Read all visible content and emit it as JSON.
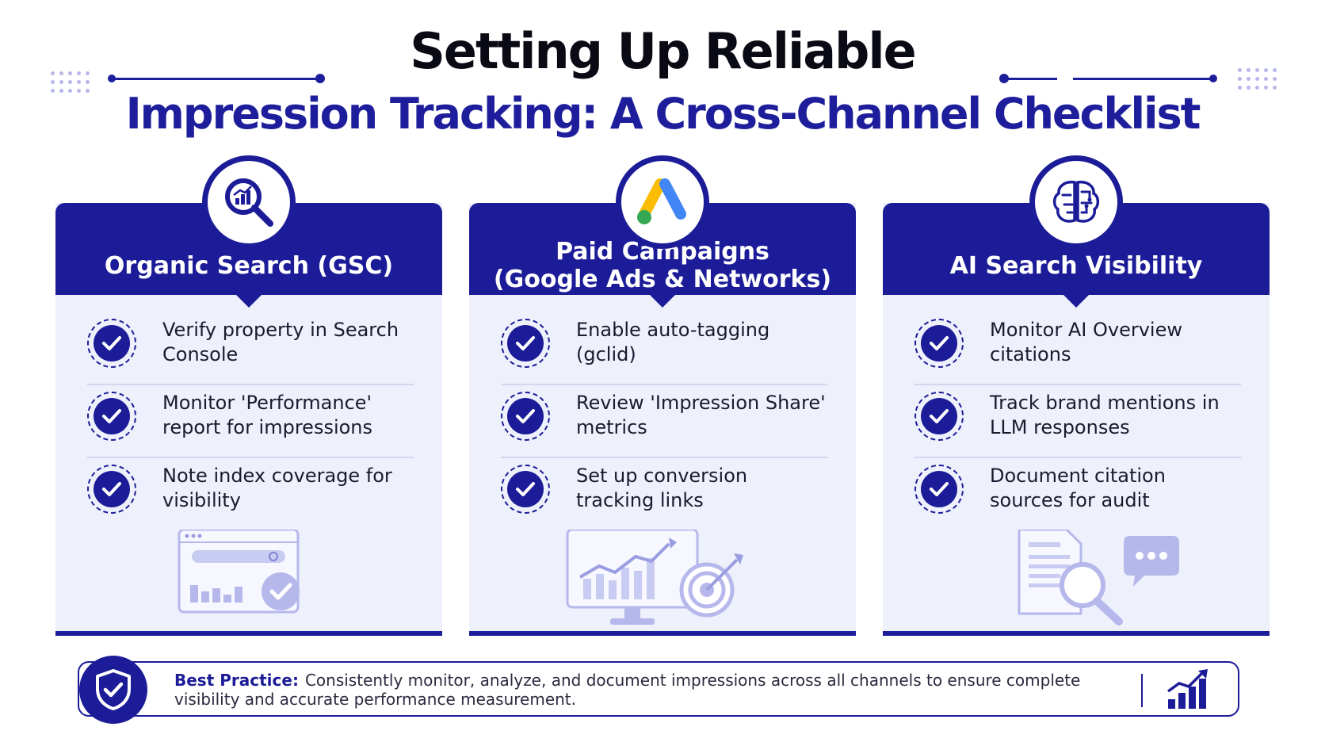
{
  "header": {
    "title_line1": "Setting Up Reliable",
    "title_line2": "Impression Tracking: A Cross-Channel Checklist"
  },
  "colors": {
    "primary": "#1c1c98",
    "card_bg": "#eef0fb",
    "text": "#1a1a2e",
    "accent_light": "#b6b8ec"
  },
  "cards": [
    {
      "title": "Organic Search (GSC)",
      "icon": "analytics-magnifier-icon",
      "items": [
        "Verify property in Search Console",
        "Monitor 'Performance' report for impressions",
        "Note index coverage for visibility"
      ],
      "illustration": "search-dashboard-icon"
    },
    {
      "title_line1": "Paid Campaigns",
      "title_line2": "(Google Ads & Networks)",
      "icon": "google-ads-icon",
      "items": [
        "Enable auto-tagging (gclid)",
        "Review 'Impression Share' metrics",
        "Set up conversion tracking links"
      ],
      "illustration": "monitor-target-icon"
    },
    {
      "title": "AI Search Visibility",
      "icon": "brain-circuit-icon",
      "items": [
        "Monitor AI Overview citations",
        "Track brand mentions in LLM responses",
        "Document citation sources for audit"
      ],
      "illustration": "document-chat-icon"
    }
  ],
  "best_practice": {
    "lead": "Best Practice:",
    "text": "Consistently monitor, analyze, and document impressions across all channels to ensure complete visibility and accurate performance measurement."
  }
}
